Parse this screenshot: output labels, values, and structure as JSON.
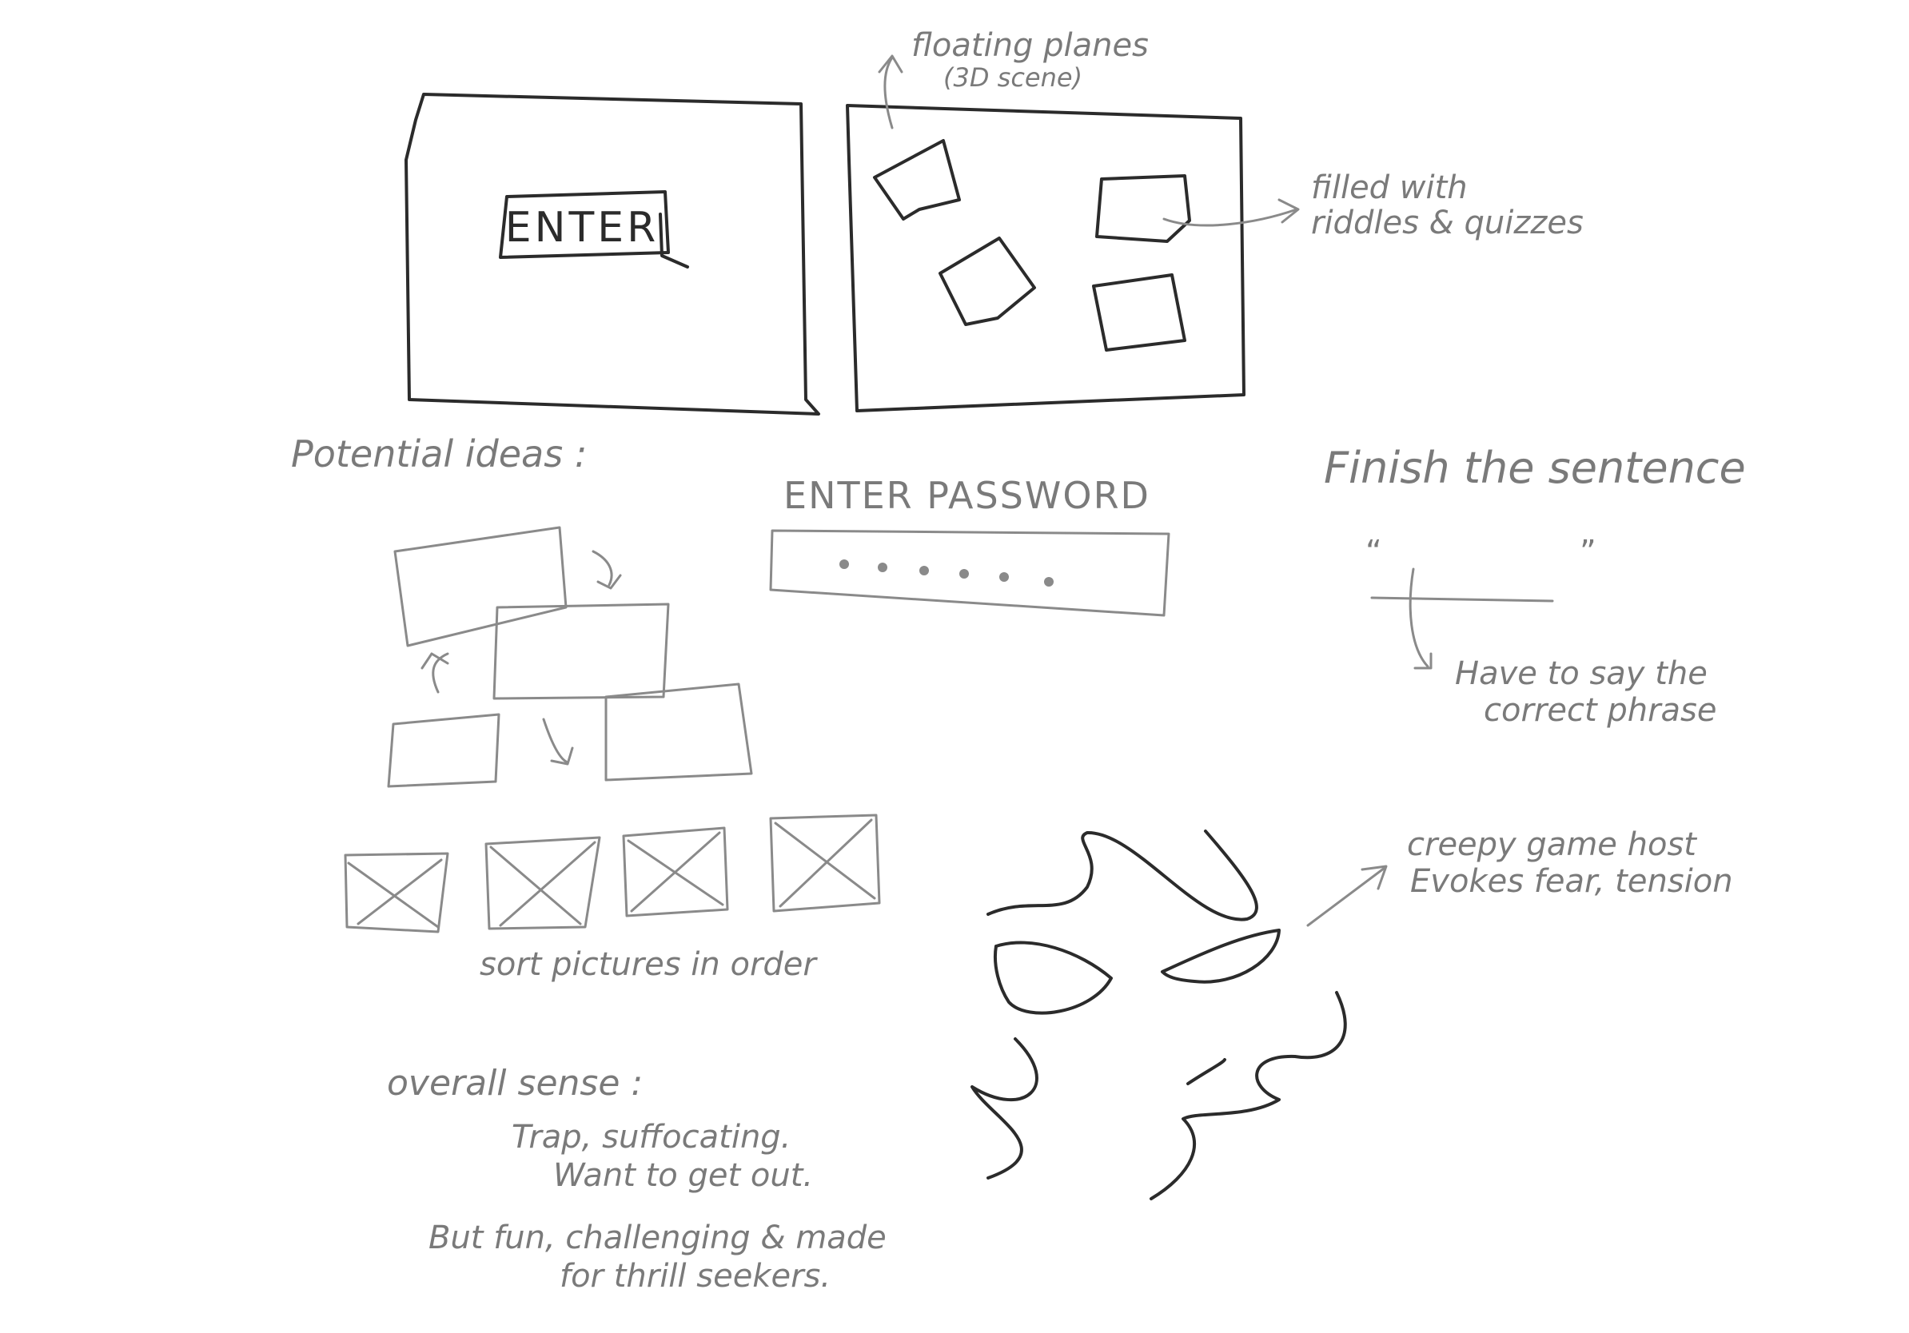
{
  "panel_left": {
    "button_label": "ENTER"
  },
  "panel_right": {
    "note_floating": "floating planes",
    "note_scene": "(3D scene)",
    "note_filled_line1": "filled with",
    "note_filled_line2": "riddles & quizzes"
  },
  "ideas": {
    "heading": "Potential ideas :",
    "sort_caption": "sort pictures in order"
  },
  "password": {
    "label": "ENTER PASSWORD"
  },
  "sentence": {
    "heading": "Finish the sentence",
    "open_quote": "“",
    "close_quote": "”",
    "note_line1": "Have to say the",
    "note_line2": "correct phrase"
  },
  "host": {
    "note_line1": "creepy game host",
    "note_line2": "Evokes fear, tension"
  },
  "overall": {
    "heading": "overall sense :",
    "line1": "Trap, suffocating.",
    "line2": "Want to get out.",
    "line3": "But fun, challenging & made",
    "line4": "for thrill seekers."
  },
  "colors": {
    "ink_dark": "#2b2b2b",
    "ink_light": "#8a8a8a",
    "paper": "#ffffff"
  }
}
